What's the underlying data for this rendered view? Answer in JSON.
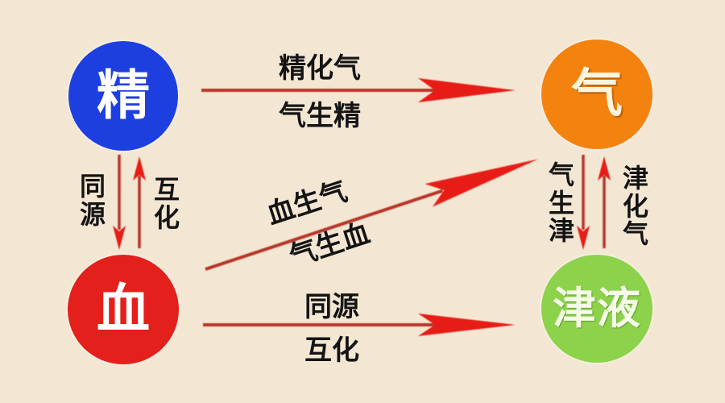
{
  "colors": {
    "background": "#F3E6D2",
    "arrow_line": "#B9342A",
    "arrow_head": "#E81E17",
    "text": "#141414"
  },
  "nodes": {
    "jing": {
      "label": "精",
      "color": "#1E3FE0",
      "text_color": "#FFFFFF"
    },
    "qi": {
      "label": "气",
      "color": "#F4820F",
      "text_color": "#FFF4DC"
    },
    "xue": {
      "label": "血",
      "color": "#E3201B",
      "text_color": "#FFFFFF"
    },
    "jinye": {
      "label": "津液",
      "color": "#8DD24B",
      "text_color": "#F4FBE6"
    }
  },
  "edges": {
    "jing_qi": {
      "from": "精",
      "to": "气",
      "label_top": "精化气",
      "label_bottom": "气生精"
    },
    "jing_xue": {
      "from": "精",
      "to": "血",
      "label_left": [
        "同",
        "源"
      ],
      "label_right": [
        "互",
        "化"
      ]
    },
    "xue_qi": {
      "from": "血",
      "to": "气",
      "label_top": "血生气",
      "label_bottom": "气生血"
    },
    "xue_jinye": {
      "from": "血",
      "to": "津液",
      "label_top": "同源",
      "label_bottom": "互化"
    },
    "qi_jinye": {
      "from": "气",
      "to": "津液",
      "label_left": [
        "气",
        "生",
        "津"
      ],
      "label_right": [
        "津",
        "化",
        "气"
      ]
    }
  }
}
